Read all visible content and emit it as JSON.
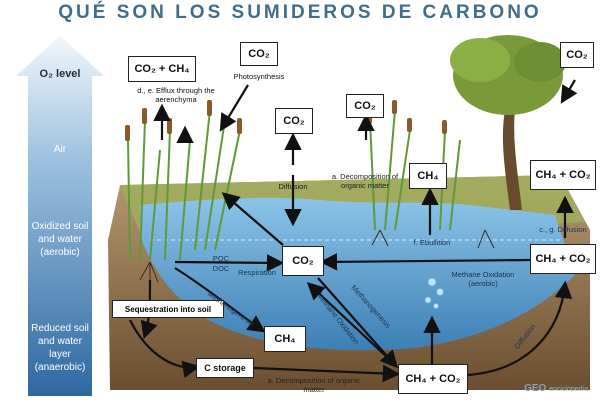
{
  "title": "QUÉ SON LOS SUMIDEROS DE CARBONO",
  "sidebar": {
    "o2_level": "O₂ level",
    "air": "Air",
    "oxidized": "Oxidized soil and water (aerobic)",
    "reduced": "Reduced soil and water layer (anaerobic)"
  },
  "boxes": {
    "co2_ch4_top": "CO₂ + CH₄",
    "co2_photo": "CO₂",
    "co2_diffusion_top": "CO₂",
    "co2_decomp_top": "CO₂",
    "ch4_ebullition": "CH₄",
    "co2_tree": "CO₂",
    "ch4_co2_right_top": "CH₄ + CO₂",
    "ch4_co2_right_mid": "CH₄ + CO₂",
    "co2_center": "CO₂",
    "ch4_sediment": "CH₄",
    "ch4_co2_bottom": "CH₄ + CO₂",
    "c_storage": "C storage",
    "sequestration": "Sequestration into soil"
  },
  "labels": {
    "efflux": "d., e. Efflux through the aerenchyma",
    "photosynthesis": "Photosynthesis",
    "diffusion": "Diffusion",
    "decomposition_top": "a. Decomposition of organic matter",
    "ebullition": "f. Ebullition",
    "diffusion_right": "c., g. Diffusion",
    "poc": "POC",
    "doc": "DOC",
    "respiration": "Respiration",
    "methanogenesis_left": "Methanogenesis",
    "methane_oxidation_center": "Methane Oxidation",
    "methanogenesis_center": "Methanogenesis",
    "methane_oxidation_aerobic": "Methane Oxidation (aerobic)",
    "diffusion_bottom": "Diffusion",
    "decomposition_bottom": "a. Decomposition of organic matter"
  },
  "logo": {
    "main": "GEO",
    "sub": "enciclopedia"
  },
  "colors": {
    "title": "#3f6d8a",
    "sidebar_top": "#eef3f8",
    "sidebar_bottom": "#2f6aa3",
    "water": "#6aa9d6",
    "soil": "#8a6a45",
    "plants": "#5e9a3a"
  }
}
